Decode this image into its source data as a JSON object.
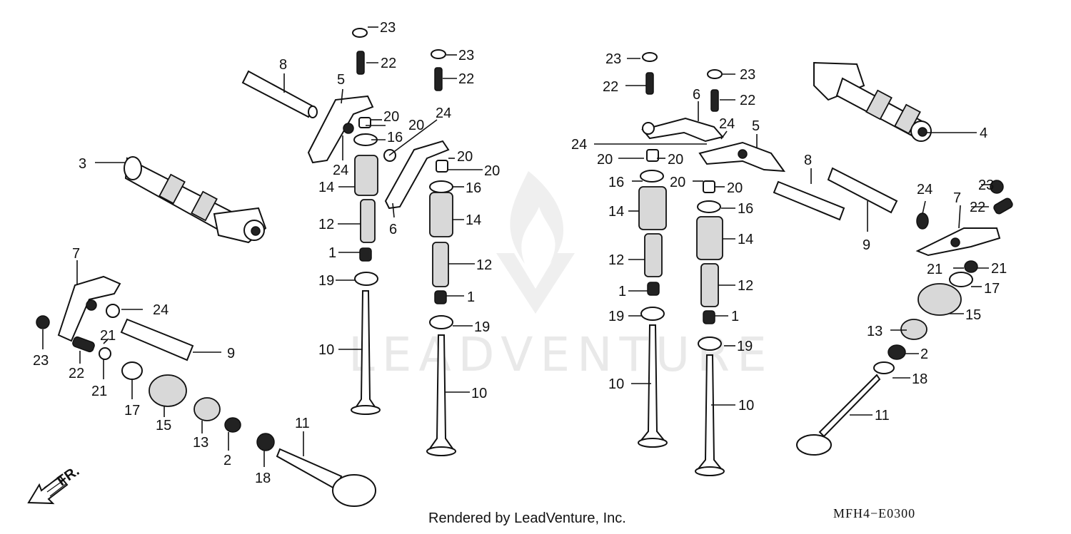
{
  "diagram": {
    "callouts": [
      "1",
      "2",
      "3",
      "4",
      "5",
      "6",
      "7",
      "8",
      "9",
      "10",
      "11",
      "12",
      "13",
      "14",
      "15",
      "16",
      "17",
      "18",
      "19",
      "20",
      "21",
      "22",
      "23",
      "24"
    ],
    "direction_label": "FR.",
    "watermark": "LEADVENTURE",
    "credit": "Rendered by LeadVenture, Inc.",
    "diagram_code": "MFH4−E0300"
  }
}
